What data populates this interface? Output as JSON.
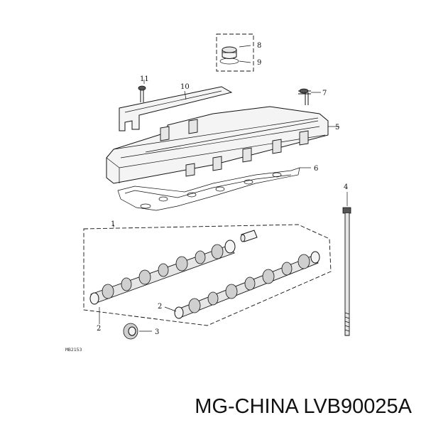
{
  "diagram": {
    "callouts": [
      {
        "id": "c8",
        "label": "8"
      },
      {
        "id": "c9",
        "label": "9"
      },
      {
        "id": "c11",
        "label": "11"
      },
      {
        "id": "c10",
        "label": "10"
      },
      {
        "id": "c7",
        "label": "7"
      },
      {
        "id": "c5",
        "label": "5"
      },
      {
        "id": "c6",
        "label": "6"
      },
      {
        "id": "c4",
        "label": "4"
      },
      {
        "id": "c1",
        "label": "1"
      },
      {
        "id": "c2a",
        "label": "2"
      },
      {
        "id": "c2b",
        "label": "2"
      },
      {
        "id": "c3",
        "label": "3"
      }
    ],
    "reference_code": "MB2153"
  },
  "caption": {
    "text": "MG-CHINA LVB90025A"
  }
}
